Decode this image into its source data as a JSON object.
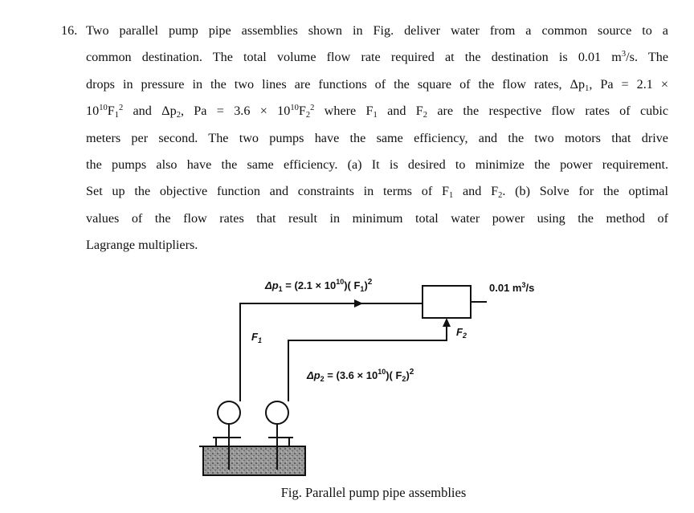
{
  "problem": {
    "number": "16.",
    "lines": [
      "Two parallel pump pipe assemblies shown in Fig. deliver water from a common source to a",
      "common destination. The total volume flow rate required at the destination is 0.01 m",
      "drops in pressure in the two lines are functions of the square of the flow rates, Δp",
      "meters per second. The two pumps have the same efficiency, and the two motors that drive",
      "the pumps also have the same efficiency. (a) It is desired to minimize the power requirement.",
      "Set up the objective function and constraints in terms of F",
      "values of the flow rates that result in minimum total water power using the method of",
      "Lagrange multipliers."
    ],
    "line2_tail": "/s. The",
    "line3_tail": ", Pa = 2.1 ×",
    "line4_a": "10",
    "line4_b": "F",
    "line4_c": " and Δp",
    "line4_d": ", Pa = 3.6 × 10",
    "line4_e": "F",
    "line4_f": " where F",
    "line4_g": " and F",
    "line4_h": " are the respective flow rates of cubic",
    "line6_mid": " and F",
    "line6_tail": ". (b) Solve for the optimal",
    "sup_3": "3",
    "sup_10": "10",
    "sup_2": "2",
    "sub_1": "1",
    "sub_2": "2"
  },
  "figure": {
    "dp1_label": "Δp",
    "dp1_sub": "1",
    "dp1_eq": " = (2.1 × 10",
    "dp1_exp": "10",
    "dp1_rest": ")( F",
    "dp1_rest_sub": "1",
    "dp1_close": ")",
    "dp1_sq": "2",
    "dp2_label": "Δp",
    "dp2_sub": "2",
    "dp2_eq": " = (3.6 × 10",
    "dp2_exp": "10",
    "dp2_rest": ")( F",
    "dp2_rest_sub": "2",
    "dp2_close": ")",
    "dp2_sq": "2",
    "f1_label": "F",
    "f1_sub": "1",
    "f2_label": "F",
    "f2_sub": "2",
    "flow_label": "0.01 m",
    "flow_sup": "3",
    "flow_unit": "/s",
    "caption": "Fig. Parallel pump pipe assemblies"
  }
}
